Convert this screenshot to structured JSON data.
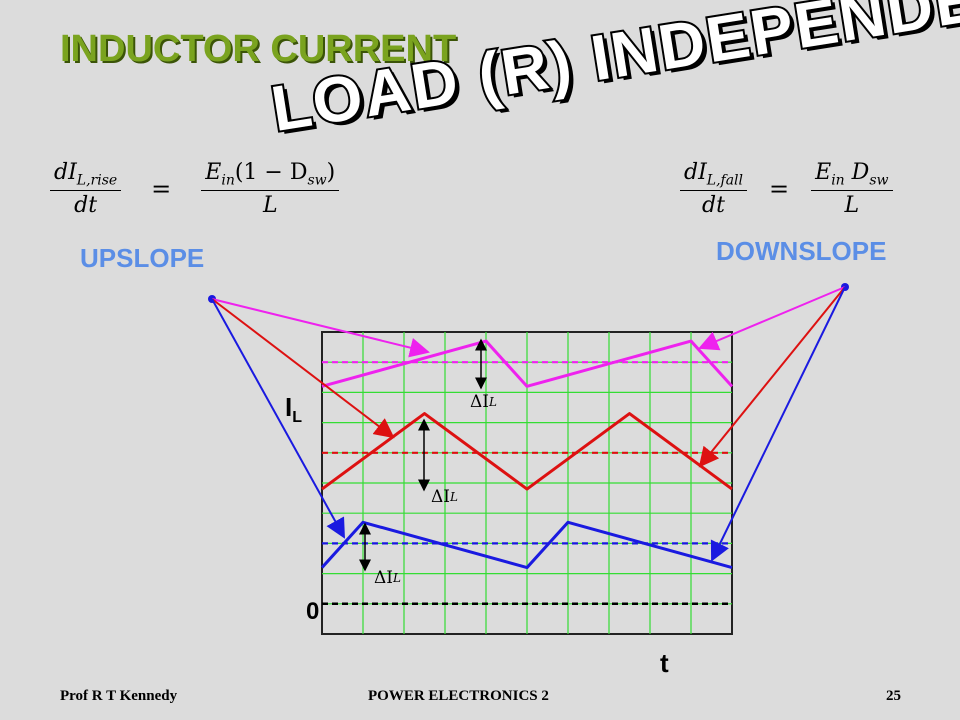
{
  "slide": {
    "title": "INDUCTOR CURRENT",
    "subtitle": "LOAD (R) INDEPENDENT",
    "upslope_label": "UPSLOPE",
    "downslope_label": "DOWNSLOPE",
    "formula_rise": {
      "numerator_lhs": "dI",
      "numerator_lhs_sub": "L,rise",
      "denominator_lhs": "dt",
      "equals": "=",
      "numerator_rhs": "E",
      "numerator_rhs_sub": "in",
      "numerator_rhs_rest": "(1 − D",
      "numerator_rhs_sub2": "sw",
      "numerator_rhs_close": ")",
      "denominator_rhs": "L"
    },
    "formula_fall": {
      "numerator_lhs": "dI",
      "numerator_lhs_sub": "L,fall",
      "denominator_lhs": "dt",
      "equals": "=",
      "numerator_rhs": "E",
      "numerator_rhs_sub": "in",
      "numerator_rhs_mid": " D",
      "numerator_rhs_sub2": "sw",
      "denominator_rhs": "L"
    },
    "y_axis_label": "I",
    "y_axis_label_sub": "L",
    "x_axis_label": "t",
    "zero_label": "0",
    "delta_label": "ΔI",
    "delta_label_sub": "L",
    "footer_left": "Prof R T Kennedy",
    "footer_center": "POWER ELECTRONICS 2",
    "page_number": "25"
  },
  "colors": {
    "title": "#7aa31f",
    "blue_label": "#5b8ee6",
    "grid": "#33dd33",
    "magenta": "#ee22ee",
    "red": "#dd1111",
    "blue": "#1a1ae0",
    "black": "#000000"
  },
  "chart_data": {
    "type": "line",
    "units_note": "unlabeled axes; levels in arbitrary grid units, 0 = zero line",
    "x_range": [
      0,
      10
    ],
    "y_range": [
      0,
      10
    ],
    "series": [
      {
        "color": "magenta",
        "points": [
          [
            0,
            8.2
          ],
          [
            4,
            9.7
          ],
          [
            5,
            8.2
          ],
          [
            9,
            9.7
          ],
          [
            10,
            8.2
          ]
        ],
        "average": 9.0
      },
      {
        "color": "red",
        "points": [
          [
            0,
            4.8
          ],
          [
            2.5,
            7.3
          ],
          [
            5,
            4.8
          ],
          [
            7.5,
            7.3
          ],
          [
            10,
            4.8
          ]
        ],
        "average": 6.0
      },
      {
        "color": "blue",
        "points": [
          [
            0,
            2.2
          ],
          [
            1,
            3.7
          ],
          [
            5,
            2.2
          ],
          [
            6,
            3.7
          ],
          [
            10,
            2.2
          ]
        ],
        "average": 3.0
      },
      {
        "color": "black",
        "points": [
          [
            0,
            1.0
          ],
          [
            10,
            1.0
          ]
        ],
        "average": 1.0
      }
    ]
  }
}
